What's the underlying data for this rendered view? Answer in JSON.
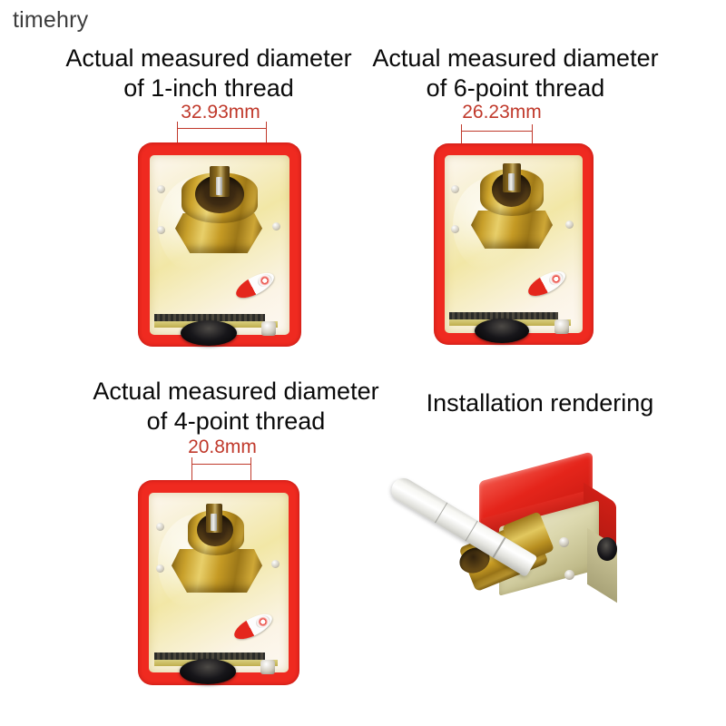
{
  "watermark": "timehry",
  "panels": [
    {
      "id": "panel-1-inch",
      "caption": "Actual measured diameter\nof 1-inch thread",
      "dimension": "32.93mm",
      "product": "flow-switch-front-view"
    },
    {
      "id": "panel-6-point",
      "caption": "Actual measured diameter\nof 6-point thread",
      "dimension": "26.23mm",
      "product": "flow-switch-front-view"
    },
    {
      "id": "panel-4-point",
      "caption": "Actual measured diameter\nof 4-point thread",
      "dimension": "20.8mm",
      "product": "flow-switch-front-view"
    },
    {
      "id": "panel-installation",
      "caption": "Installation rendering",
      "dimension": "",
      "product": "paddle-flow-switch-assembly"
    }
  ],
  "colors": {
    "background": "#ffffff",
    "caption_text": "#0a0a0a",
    "dimension_red": "#c0392b",
    "housing_red": "#ef2a20",
    "brass": "#c8a02b",
    "zinc_plate": "#f2e7a6",
    "watermark_gray": "#3d3d3d"
  }
}
